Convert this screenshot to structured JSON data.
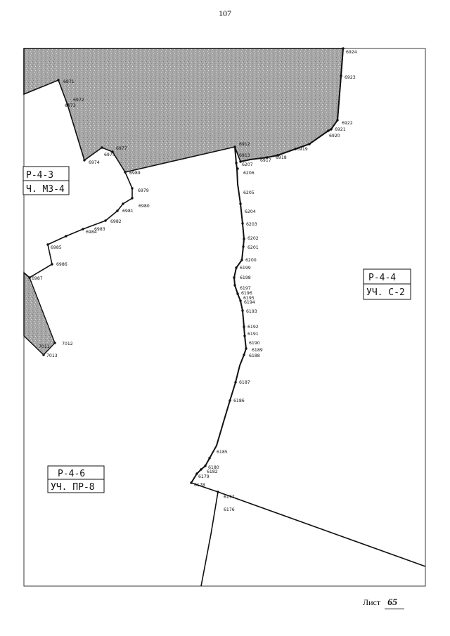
{
  "page_number": "107",
  "sheet": {
    "label": "Лист",
    "number": "65"
  },
  "zones": [
    {
      "id": "r43",
      "code": "Р-4-3",
      "sub": "Ч. МЗ-4"
    },
    {
      "id": "r44",
      "code": "Р-4-4",
      "sub": "УЧ. С-2"
    },
    {
      "id": "r46",
      "code": "Р-4-6",
      "sub": "УЧ. ПР-8"
    }
  ],
  "points": {
    "6924": "6924",
    "6923": "6923",
    "6922": "6922",
    "6921": "6921",
    "6920": "6920",
    "6919": "6919",
    "6918": "6918",
    "6917": "6917",
    "6912": "6912",
    "6913": "6913",
    "6207": "6207",
    "6206": "6206",
    "6205": "6205",
    "6204": "6204",
    "6203": "6203",
    "6202": "6202",
    "6201": "6201",
    "6200": "6200",
    "6199": "6199",
    "6198": "6198",
    "6197": "6197",
    "6196": "6196",
    "6195": "6195",
    "6194": "6194",
    "6193": "6193",
    "6192": "6192",
    "6191": "6191",
    "6190": "6190",
    "6189": "6189",
    "6188": "6188",
    "6187": "6187",
    "6186": "6186",
    "6185": "6185",
    "6180": "6180",
    "6182": "6182",
    "6179": "6179",
    "6178": "6178",
    "6177": "6177",
    "6176": "6176",
    "6971": "6971",
    "6972": "6972",
    "6973": "6973",
    "6974": "6974",
    "6975": "6975",
    "6977": "6977",
    "6989": "6989",
    "6979": "6979",
    "6980": "6980",
    "6981": "6981",
    "6982": "6982",
    "6983": "6983",
    "6984": "6984",
    "6985": "6985",
    "6986": "6986",
    "6987": "6987",
    "7011": "7011",
    "7012": "7012",
    "7013": "7013"
  },
  "colors": {
    "shaded_area": "#a8a8a8",
    "line": "#111111",
    "frame": "#222222"
  }
}
